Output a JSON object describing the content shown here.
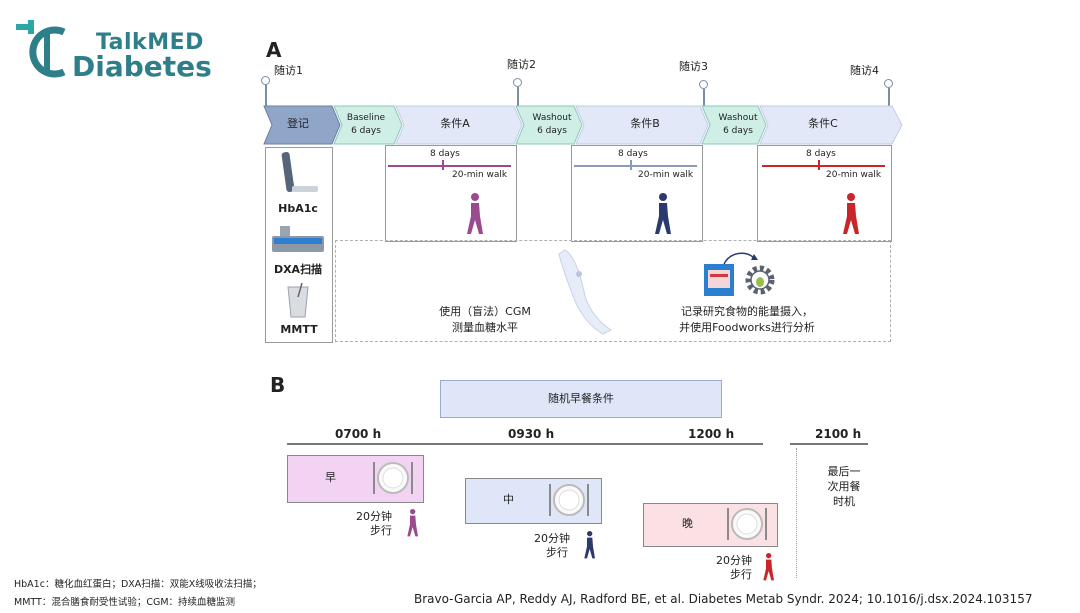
{
  "logo": {
    "line1": "TalkMED",
    "line2": "Diabetes"
  },
  "panelA": {
    "letter": "A",
    "visits": [
      "随访1",
      "随访2",
      "随访3",
      "随访4"
    ],
    "phases": [
      {
        "label": "登记"
      },
      {
        "label": "Baseline\n6 days"
      },
      {
        "label": "条件A"
      },
      {
        "label": "Washout\n6 days"
      },
      {
        "label": "条件B"
      },
      {
        "label": "Washout\n6 days"
      },
      {
        "label": "条件C"
      }
    ],
    "conditions": [
      {
        "days": "8 days",
        "walk": "20-min walk",
        "color": "#9b4a8f"
      },
      {
        "days": "8 days",
        "walk": "20-min walk",
        "color": "#2b3a6e"
      },
      {
        "days": "8 days",
        "walk": "20-min walk",
        "color": "#c8262b"
      }
    ],
    "measures": [
      "HbA1c",
      "DXA扫描",
      "MMTT"
    ],
    "cgm_text_1": "使用（盲法）CGM",
    "cgm_text_2": "测量血糖水平",
    "food_text_1": "记录研究食物的能量摄入，",
    "food_text_2": "并使用Foodworks进行分析"
  },
  "panelB": {
    "letter": "B",
    "random_label": "随机早餐条件",
    "times": [
      "0700 h",
      "0930 h",
      "1200 h",
      "2100 h"
    ],
    "meals": [
      {
        "label": "早",
        "color": "#f3d3f3"
      },
      {
        "label": "中",
        "color": "#dfe6f8"
      },
      {
        "label": "晚",
        "color": "#fbe0e4"
      }
    ],
    "walks": [
      {
        "line1": "20分钟",
        "line2": "步行",
        "color": "#9b4a8f"
      },
      {
        "line1": "20分钟",
        "line2": "步行",
        "color": "#2b3a6e"
      },
      {
        "line1": "20分钟",
        "line2": "步行",
        "color": "#c8262b"
      }
    ],
    "last_meal": "最后一\n次用餐\n时机"
  },
  "footnote_1": "HbA1c：糖化血红蛋白；DXA扫描：双能X线吸收法扫描；",
  "footnote_2": "MMTT：混合膳食耐受性试验；CGM：持续血糖监测",
  "citation": "Bravo-Garcia AP, Reddy AJ, Radford BE, et al. Diabetes Metab Syndr. 2024; 10.1016/j.dsx.2024.103157"
}
